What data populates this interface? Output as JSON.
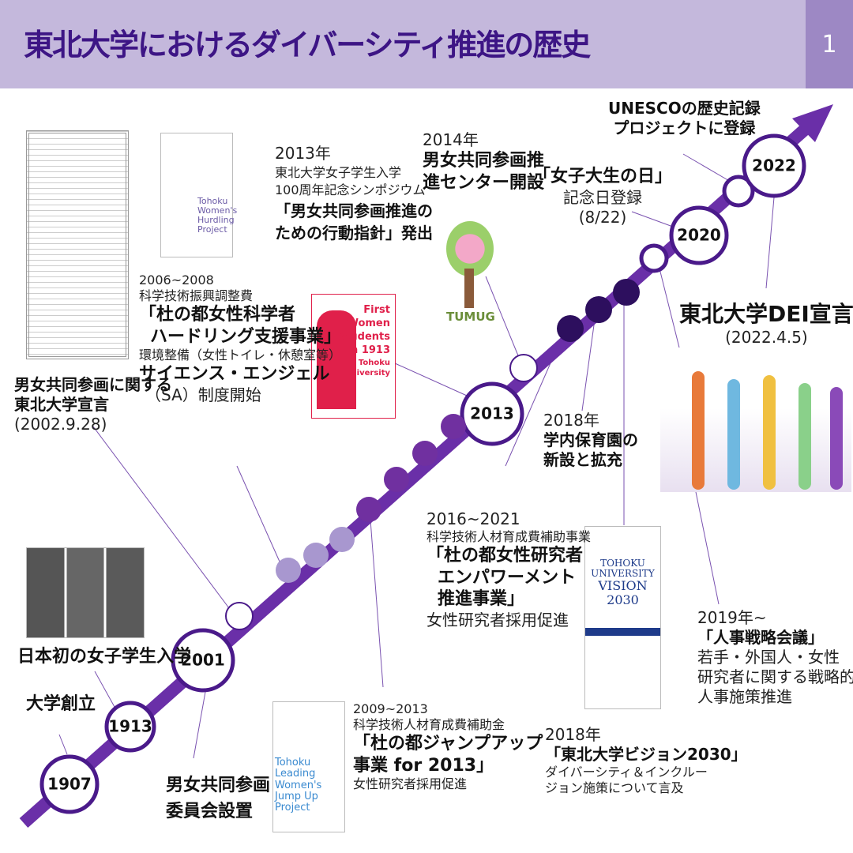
{
  "header": {
    "title": "東北大学におけるダイバーシティ推進の歴史",
    "page": "1"
  },
  "timeline": {
    "years": [
      "1907",
      "1913",
      "2001",
      "2013",
      "2020",
      "2022"
    ]
  },
  "events": {
    "e1907": "大学創立",
    "e1913": "日本初の女子学生入学",
    "e2001": [
      "男女共同参画",
      "委員会設置"
    ],
    "e2002": [
      "男女共同参画に関する",
      "東北大学宣言",
      "(2002.9.28)"
    ],
    "e2006": [
      "2006~2008",
      "科学技術振興調整費",
      "「杜の都女性科学者",
      "ハードリング支援事業」",
      "環境整備（女性トイレ・休憩室等）",
      "サイエンス・エンジェル",
      "（SA）制度開始"
    ],
    "e2009": [
      "2009~2013",
      "科学技術人材育成費補助金",
      "「杜の都ジャンプアップ",
      "事業 for 2013」",
      "女性研究者採用促進"
    ],
    "e2013": [
      "2013年",
      "東北大学女子学生入学",
      "100周年記念シンポジウム",
      "「男女共同参画推進の",
      "ための行動指針」発出"
    ],
    "e2014": [
      "2014年",
      "男女共同参画推",
      "進センター開設"
    ],
    "e2016": [
      "2016~2021",
      "科学技術人材育成費補助事業",
      "「杜の都女性研究者",
      "エンパワーメント",
      "推進事業」",
      "女性研究者採用促進"
    ],
    "e2018a": [
      "2018年",
      "学内保育園の",
      "新設と拡充"
    ],
    "e2018b": [
      "2018年",
      "「東北大学ビジョン2030」",
      "ダイバーシティ＆インクルー",
      "ジョン施策について言及"
    ],
    "e2019": [
      "2019年~",
      "「人事戦略会議」",
      "若手・外国人・女性",
      "研究者に関する戦略的",
      "人事施策推進"
    ],
    "ejoshi": [
      "「女子大生の日」",
      "記念日登録",
      "(8/22)"
    ],
    "eunesco": [
      "UNESCOの歴史記録",
      "プロジェクトに登録"
    ],
    "edei": [
      "東北大学DEI宣言",
      "(2022.4.5)"
    ]
  },
  "images": {
    "hurdling": [
      "Tohoku",
      "Women's",
      "Hurdling",
      "Project"
    ],
    "first": [
      "First",
      "Women",
      "Students",
      "in 1913",
      "Tohoku",
      "University"
    ],
    "tumug": "TUMUG",
    "vision": [
      "TOHOKU",
      "UNIVERSITY",
      "VISION",
      "2030"
    ],
    "jumpup": [
      "Tohoku",
      "Leading",
      "Women's",
      "Jump Up",
      "Project"
    ]
  },
  "colors": {
    "accent": "#3d1585",
    "line": "#6a2fa8",
    "header": "#c4b8dc"
  }
}
